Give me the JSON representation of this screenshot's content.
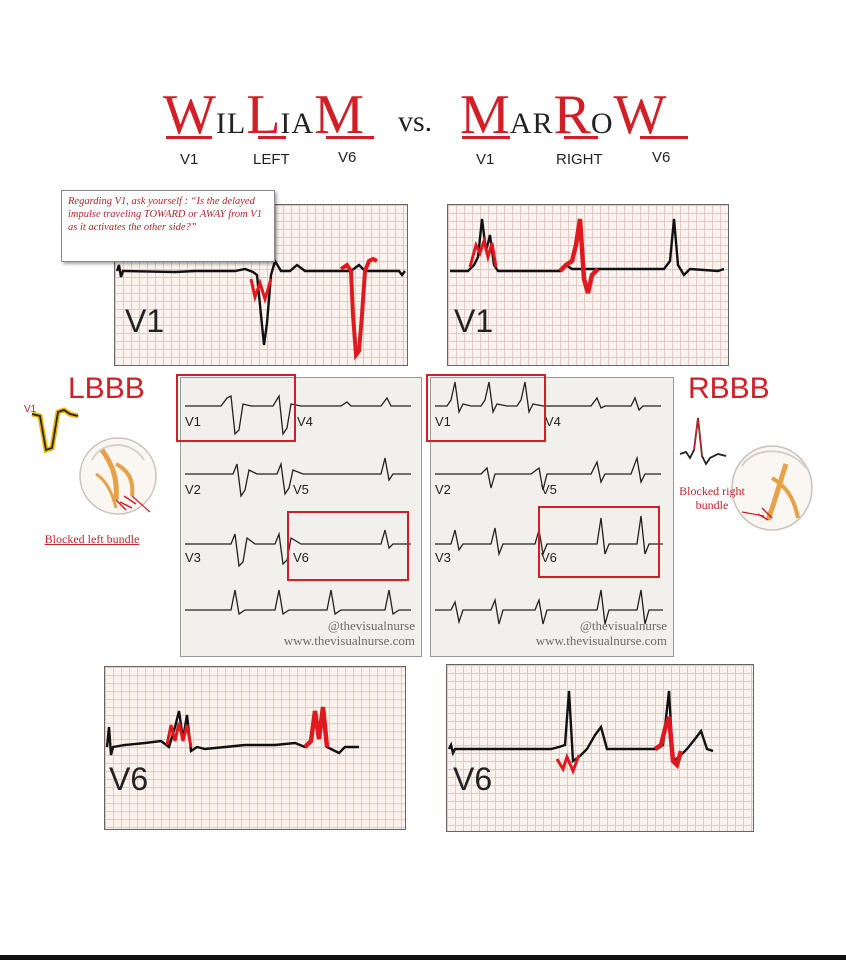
{
  "title": {
    "left_word": [
      {
        "t": "W",
        "big": true
      },
      {
        "t": "IL",
        "big": false
      },
      {
        "t": "L",
        "big": true
      },
      {
        "t": "IA",
        "big": false
      },
      {
        "t": "M",
        "big": true
      }
    ],
    "vs": "vs.",
    "right_word": [
      {
        "t": "M",
        "big": true
      },
      {
        "t": "AR",
        "big": false
      },
      {
        "t": "R",
        "big": true
      },
      {
        "t": "O",
        "big": false
      },
      {
        "t": "W",
        "big": true
      }
    ],
    "left_sublabels": [
      "V1",
      "LEFT",
      "V6"
    ],
    "right_sublabels": [
      "V1",
      "RIGHT",
      "V6"
    ]
  },
  "note": "Regarding V1, ask yourself : “Is the delayed impulse traveling TOWARD or AWAY from V1 as it activates the other side?”",
  "strip_labels": {
    "top_left": "V1",
    "top_right": "V1",
    "bottom_left": "V6",
    "bottom_right": "V6"
  },
  "left_side": {
    "heading": "LBBB",
    "small_lead": "V1",
    "caption": "Blocked left bundle"
  },
  "right_side": {
    "heading": "RBBB",
    "caption": "Blocked right bundle"
  },
  "twelve_lead_labels": {
    "col1": [
      "V1",
      "V2",
      "V3"
    ],
    "col2": [
      "V4",
      "V5",
      "V6"
    ]
  },
  "watermark": {
    "handle": "@thevisualnurse",
    "url": "www.thevisualnurse.com"
  },
  "colors": {
    "accent": "#d01f26",
    "trace": "#111111",
    "grid": "#e2c9c2"
  }
}
